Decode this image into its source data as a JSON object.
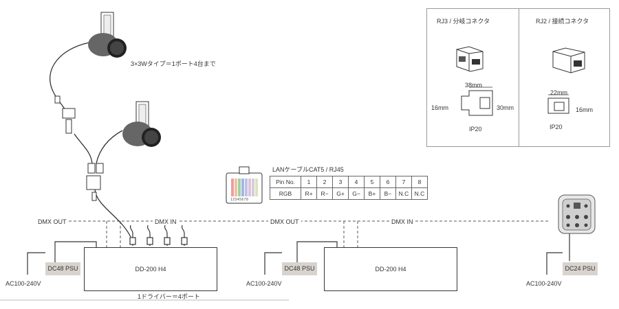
{
  "annotations": {
    "spot_type": "3×3Wタイプ＝1ポート4台まで",
    "driver_ports": "1ドライバー＝4ポート"
  },
  "connectors": {
    "rj3": {
      "title": "RJ3 / 分岐コネクタ",
      "width": "38mm",
      "height_left": "16mm",
      "height_right": "30mm",
      "rating": "IP20"
    },
    "rj2": {
      "title": "RJ2 / 接続コネクタ",
      "width": "22mm",
      "height": "16mm",
      "rating": "IP20"
    }
  },
  "pinout": {
    "title": "LANケーブルCAT5 / RJ45",
    "plug_numbers": "12345678",
    "headers": [
      "Pin No.",
      "1",
      "2",
      "3",
      "4",
      "5",
      "6",
      "7",
      "8"
    ],
    "row": [
      "RGB",
      "R+",
      "R−",
      "G+",
      "G−",
      "B+",
      "B−",
      "N.C",
      "N.C"
    ]
  },
  "system": {
    "dmx_out_1": "DMX OUT",
    "dmx_in_1": "DMX IN",
    "dmx_out_2": "DMX OUT",
    "dmx_in_2": "DMX IN",
    "driver_1": "DD-200 H4",
    "driver_2": "DD-200 H4",
    "psu_1": "DC48 PSU",
    "psu_2": "DC48 PSU",
    "psu_3": "DC24 PSU",
    "ac_1": "AC100-240V",
    "ac_2": "AC100-240V",
    "ac_3": "AC100-240V"
  },
  "colors": {
    "psu_fill": "#d9d3ce",
    "line": "#333333",
    "panel_border": "#999999"
  }
}
